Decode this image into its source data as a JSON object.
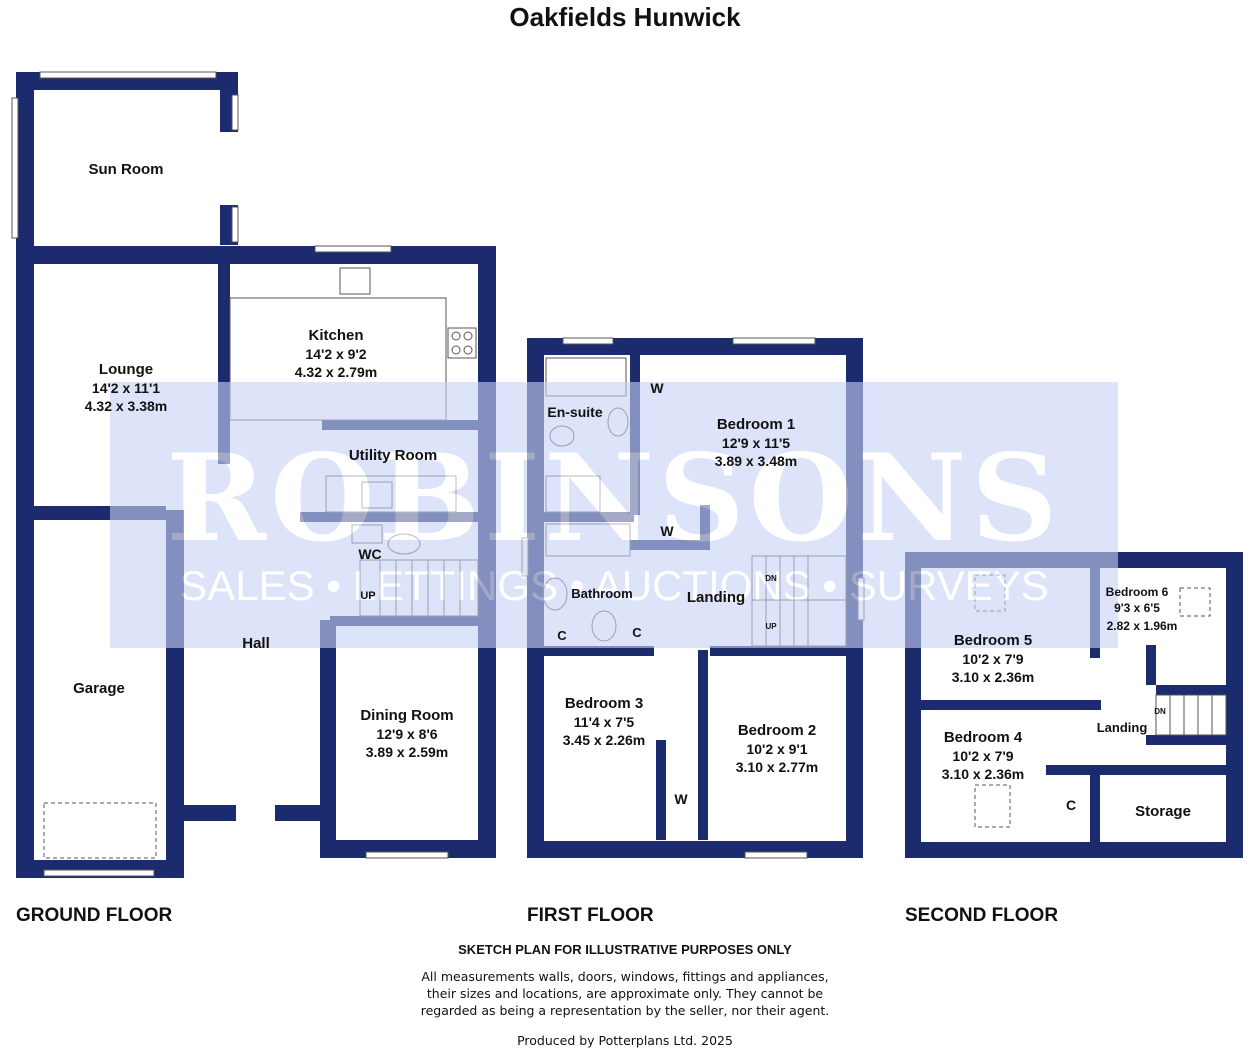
{
  "title": "Oakfields Hunwick",
  "watermark": {
    "brand": "ROBINSONS",
    "services": "SALES • LETTINGS • AUCTIONS • SURVEYS",
    "color": "#c7d2f5"
  },
  "colors": {
    "wall": "#1c2b6e",
    "text": "#111111",
    "background": "#ffffff"
  },
  "floors": {
    "ground": {
      "label": "GROUND FLOOR",
      "rooms": {
        "sun_room": {
          "name": "Sun Room"
        },
        "lounge": {
          "name": "Lounge",
          "imperial": "14'2 x 11'1",
          "metric": "4.32 x 3.38m"
        },
        "kitchen": {
          "name": "Kitchen",
          "imperial": "14'2 x 9'2",
          "metric": "4.32 x 2.79m"
        },
        "utility": {
          "name": "Utility Room"
        },
        "wc": {
          "name": "WC"
        },
        "hall": {
          "name": "Hall"
        },
        "garage": {
          "name": "Garage"
        },
        "dining": {
          "name": "Dining Room",
          "imperial": "12'9 x 8'6",
          "metric": "3.89 x 2.59m"
        }
      },
      "stair_label": "UP"
    },
    "first": {
      "label": "FIRST FLOOR",
      "rooms": {
        "ensuite": {
          "name": "En-suite"
        },
        "bedroom1": {
          "name": "Bedroom 1",
          "imperial": "12'9 x 11'5",
          "metric": "3.89 x 3.48m"
        },
        "wardrobe1": {
          "name": "W"
        },
        "wardrobe2": {
          "name": "W"
        },
        "bathroom": {
          "name": "Bathroom"
        },
        "cupboard1": {
          "name": "C"
        },
        "cupboard2": {
          "name": "C"
        },
        "landing": {
          "name": "Landing"
        },
        "bedroom3": {
          "name": "Bedroom 3",
          "imperial": "11'4 x 7'5",
          "metric": "3.45 x 2.26m"
        },
        "bedroom2": {
          "name": "Bedroom 2",
          "imperial": "10'2 x 9'1",
          "metric": "3.10 x 2.77m"
        },
        "wardrobe3": {
          "name": "W"
        }
      },
      "stair_dn": "DN",
      "stair_up": "UP"
    },
    "second": {
      "label": "SECOND FLOOR",
      "rooms": {
        "bedroom5": {
          "name": "Bedroom 5",
          "imperial": "10'2 x 7'9",
          "metric": "3.10 x 2.36m"
        },
        "bedroom6": {
          "name": "Bedroom 6",
          "imperial": "9'3 x 6'5",
          "metric": "2.82 x 1.96m"
        },
        "landing": {
          "name": "Landing"
        },
        "bedroom4": {
          "name": "Bedroom 4",
          "imperial": "10'2 x 7'9",
          "metric": "3.10 x 2.36m"
        },
        "cupboard": {
          "name": "C"
        },
        "storage": {
          "name": "Storage"
        }
      },
      "stair_dn": "DN"
    }
  },
  "disclaimer": {
    "heading": "SKETCH PLAN FOR ILLUSTRATIVE PURPOSES ONLY",
    "body": "All measurements walls, doors, windows, fittings and appliances, their sizes and locations, are approximate only. They cannot be regarded as being a representation by the seller, nor their agent.",
    "producer": "Produced by Potterplans Ltd. 2025"
  }
}
